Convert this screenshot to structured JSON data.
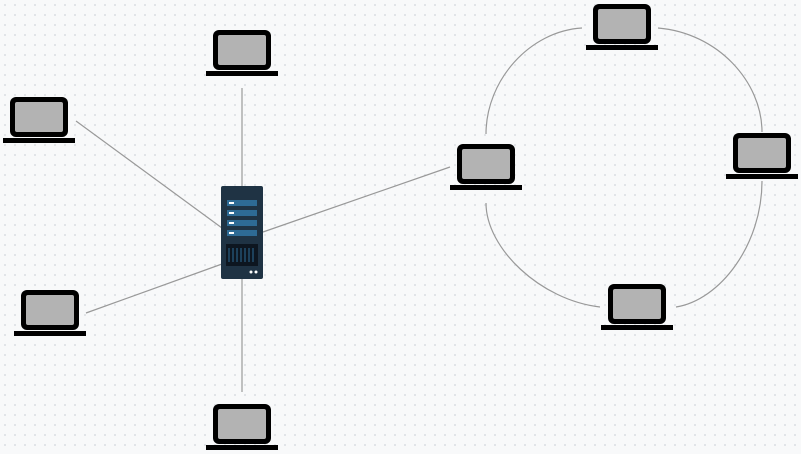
{
  "diagram": {
    "type": "network-topology",
    "colors": {
      "link": "#999999",
      "laptop_body": "#000000",
      "laptop_screen": "#b3b3b3",
      "server_body": "#1f3344",
      "server_drive": "#2e6b95",
      "server_light": "#ffffff",
      "server_vent": "#0d1620"
    },
    "nodes": [
      {
        "id": "server",
        "kind": "server-icon"
      },
      {
        "id": "star-laptop-top",
        "kind": "laptop-icon"
      },
      {
        "id": "star-laptop-upper-left",
        "kind": "laptop-icon"
      },
      {
        "id": "star-laptop-lower-left",
        "kind": "laptop-icon"
      },
      {
        "id": "star-laptop-bottom",
        "kind": "laptop-icon"
      },
      {
        "id": "ring-laptop-left",
        "kind": "laptop-icon"
      },
      {
        "id": "ring-laptop-top",
        "kind": "laptop-icon"
      },
      {
        "id": "ring-laptop-right",
        "kind": "laptop-icon"
      },
      {
        "id": "ring-laptop-bottom",
        "kind": "laptop-icon"
      }
    ],
    "links": [
      {
        "from": "server",
        "to": "star-laptop-top",
        "style": "straight"
      },
      {
        "from": "server",
        "to": "star-laptop-upper-left",
        "style": "straight"
      },
      {
        "from": "server",
        "to": "star-laptop-lower-left",
        "style": "straight"
      },
      {
        "from": "server",
        "to": "star-laptop-bottom",
        "style": "straight"
      },
      {
        "from": "server",
        "to": "ring-laptop-left",
        "style": "straight"
      },
      {
        "from": "ring-laptop-left",
        "to": "ring-laptop-top",
        "style": "arc"
      },
      {
        "from": "ring-laptop-top",
        "to": "ring-laptop-right",
        "style": "arc"
      },
      {
        "from": "ring-laptop-right",
        "to": "ring-laptop-bottom",
        "style": "arc"
      },
      {
        "from": "ring-laptop-bottom",
        "to": "ring-laptop-left",
        "style": "arc"
      }
    ]
  }
}
